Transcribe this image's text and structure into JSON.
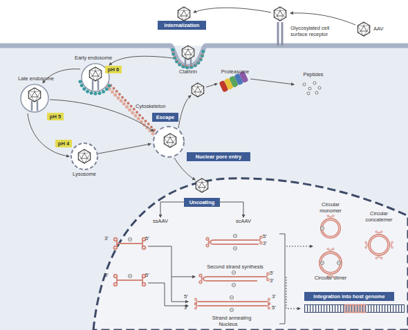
{
  "diagram": {
    "nodes": [
      {
        "text": [
          "Internalization"
        ]
      },
      {
        "text": [
          "pH 6"
        ]
      },
      {
        "text": [
          "pH 5"
        ]
      },
      {
        "text": [
          "Escape"
        ]
      },
      {
        "text": [
          "pH 4"
        ]
      },
      {
        "text": [
          "Nuclear pore entry"
        ]
      },
      {
        "text": [
          "Uncoating"
        ]
      },
      {
        "text": [
          "Integration into host genome"
        ]
      }
    ],
    "labels": [
      "AAV",
      "Glycosylated cell surface receptor",
      "Clathrin",
      "Early endosome",
      "Cytoskeleton",
      "Late endosome",
      "Lysosome",
      "Proteasome",
      "Peptides",
      "ssAAV",
      "scAAV",
      "Second strand synthesis",
      "Strand annealing",
      "Circular monomer",
      "Circular dimer",
      "Circular concatemer",
      "Nucleus",
      "5′",
      "3′",
      "3′",
      "5′",
      "5′",
      "3′",
      "3′",
      "5′",
      "5′",
      "3′",
      "3′",
      "5′"
    ]
  }
}
